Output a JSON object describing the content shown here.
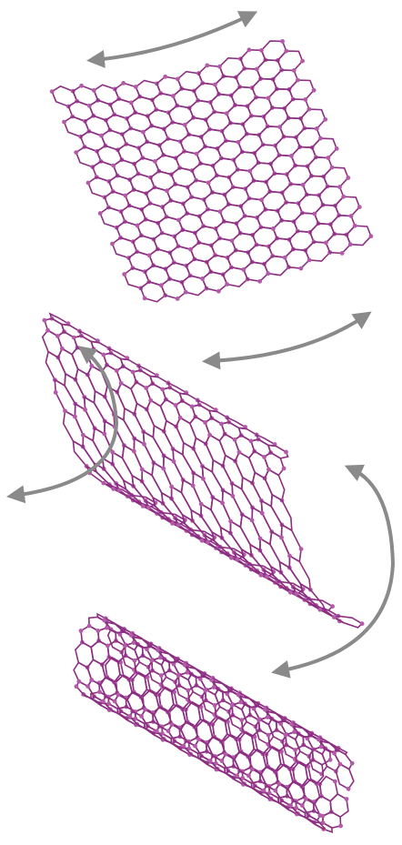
{
  "figure": {
    "panels": [
      {
        "id": "flat-sheet",
        "shape": "sheet"
      },
      {
        "id": "rolling-sheet",
        "shape": "half-tube"
      },
      {
        "id": "nanotube",
        "shape": "tube"
      }
    ],
    "colors": {
      "lattice": "#8c2f82",
      "atom": "#b35aa8",
      "arrow": "#8a8a8a",
      "background": "#ffffff"
    },
    "icons": [
      "double-curved-arrow",
      "curved-arrow"
    ]
  }
}
